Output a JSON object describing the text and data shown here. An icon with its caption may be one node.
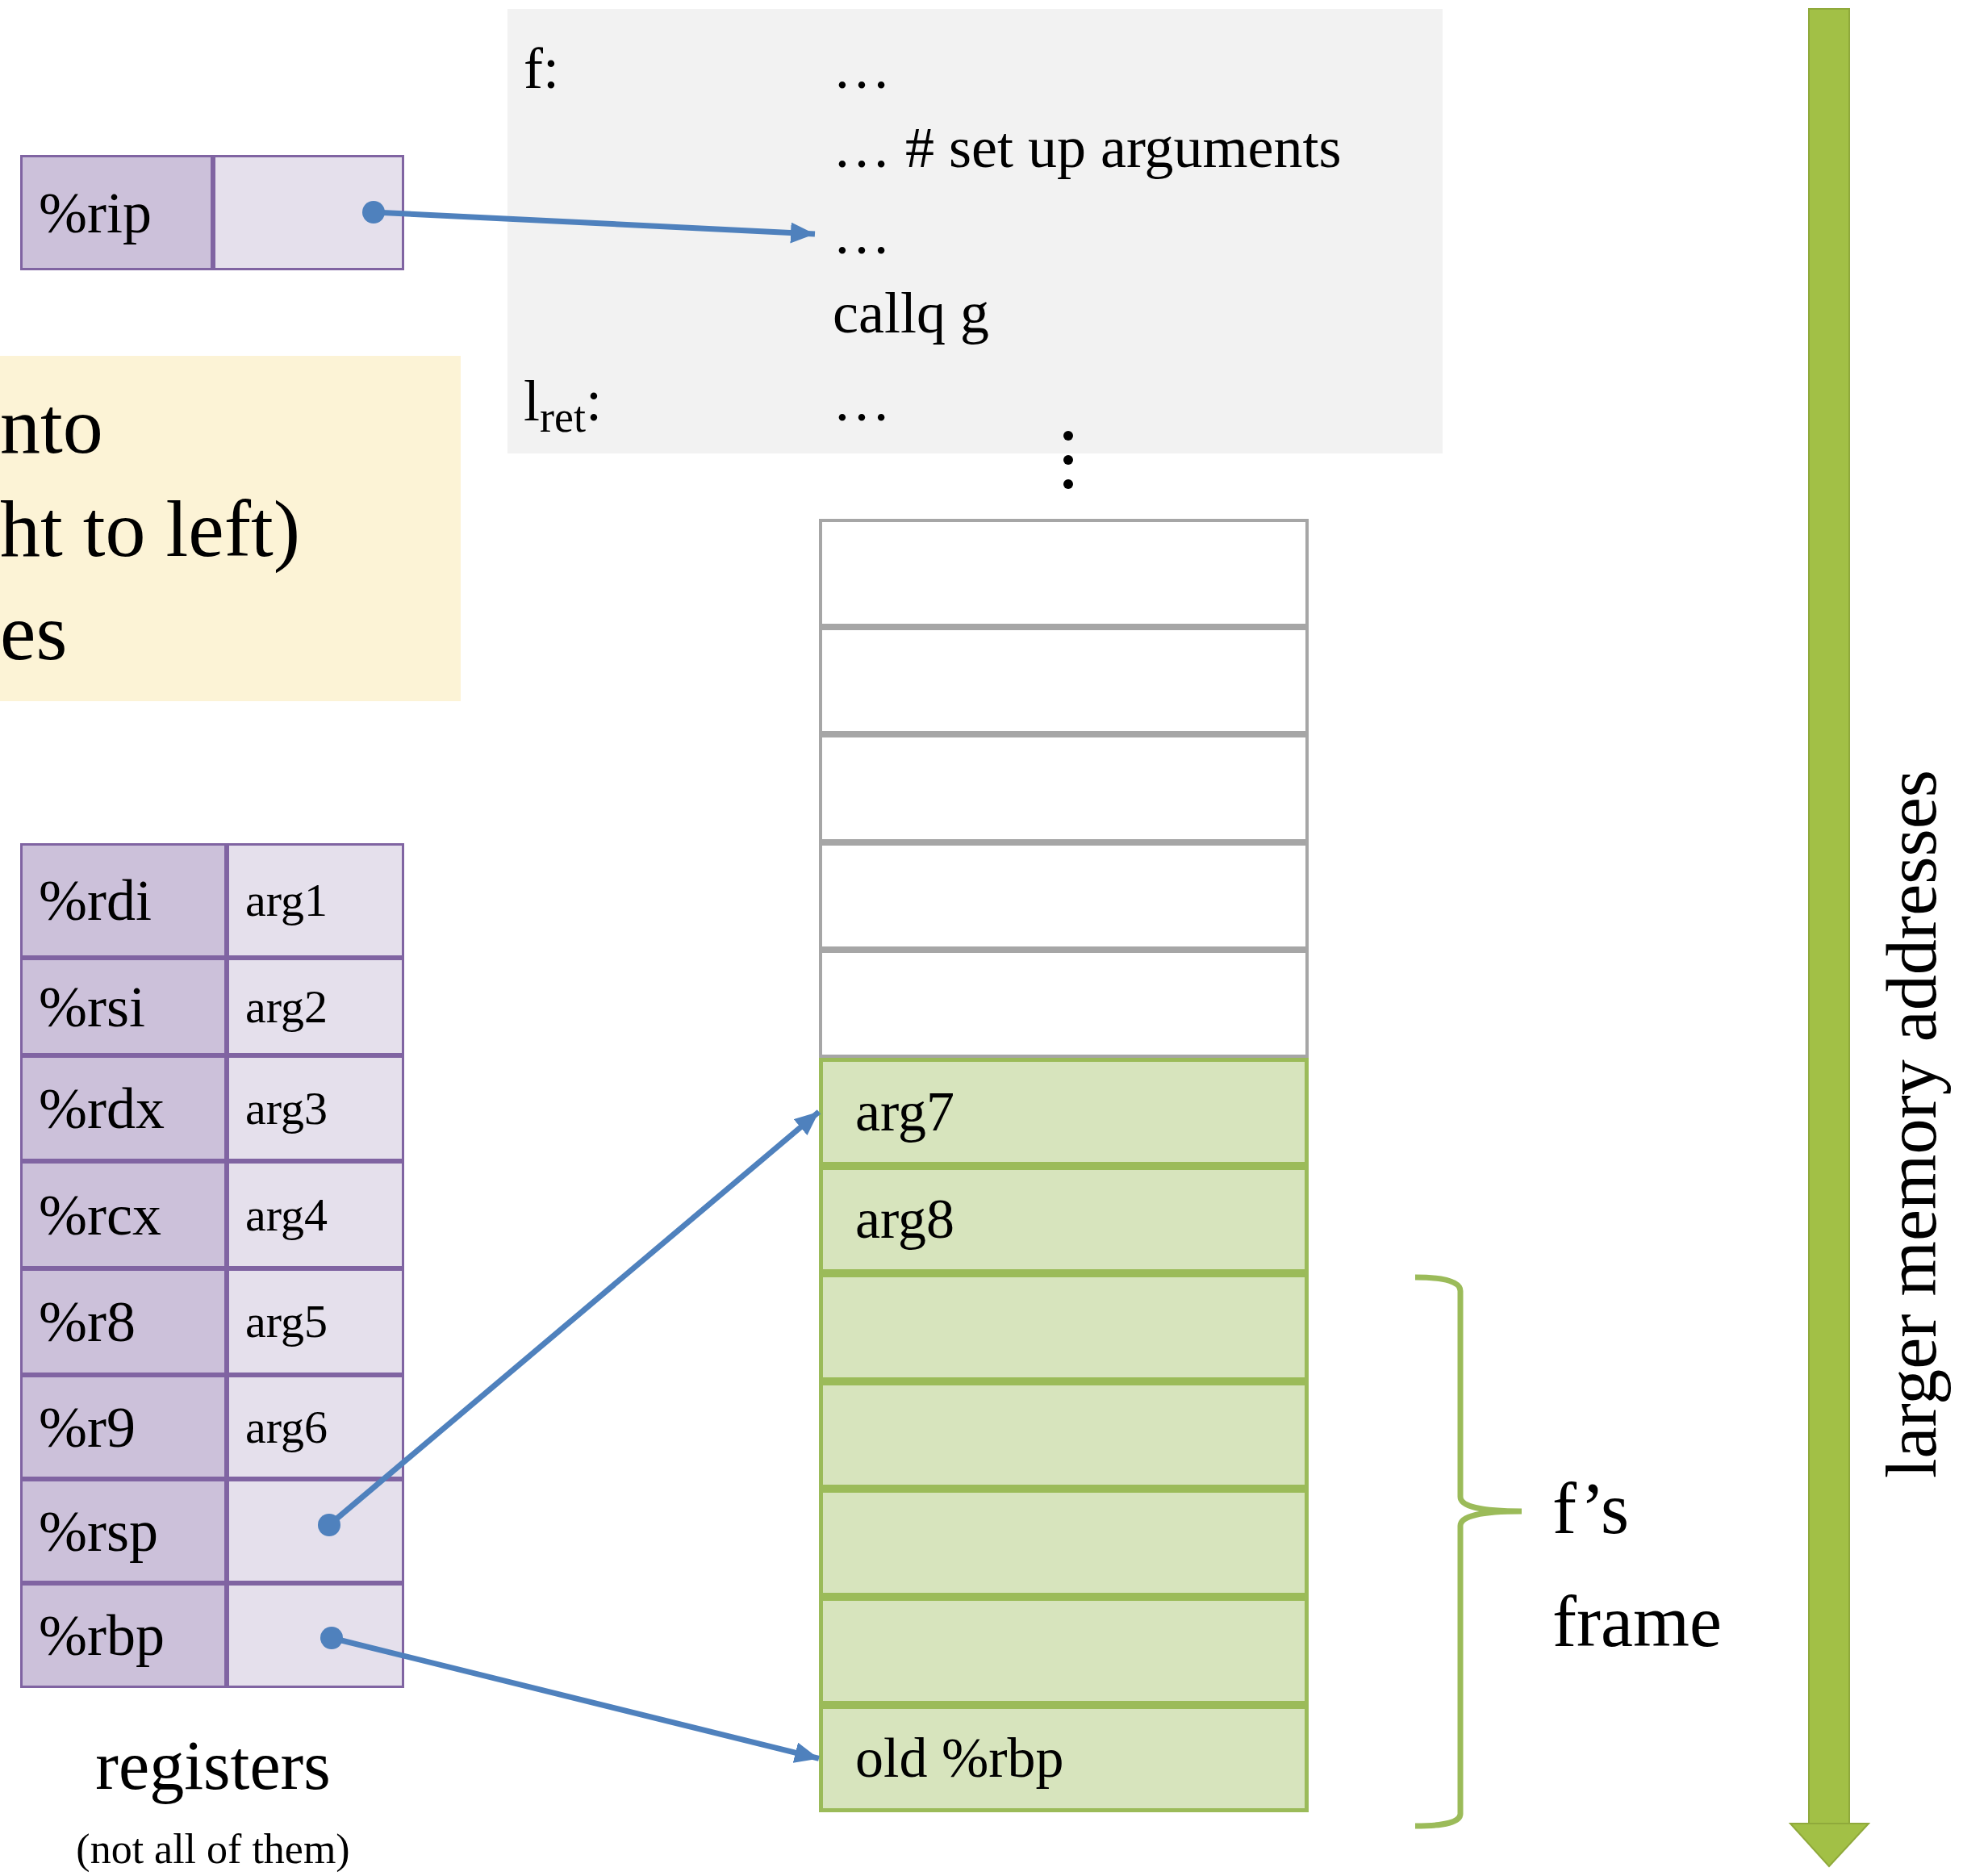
{
  "diagram": {
    "nodes": [
      {
        "text": [
          "f:",
          "…",
          "… # set up arguments",
          "callq g",
          "l$_{ret}$:",
          "…"
        ]
      },
      {
        "text": [
          "…"
        ],
        "in": 0
      },
      {
        "text": [
          "%rip"
        ]
      },
      {
        "text": [],
        "shape": "box"
      },
      {
        "text": [
          "nto",
          "ht to left)",
          "es"
        ]
      },
      {
        "text": [
          "%rdi"
        ]
      },
      {
        "text": [
          "arg1"
        ]
      },
      {
        "text": [
          "%rsi"
        ]
      },
      {
        "text": [
          "arg2"
        ]
      },
      {
        "text": [
          "%rdx"
        ]
      },
      {
        "text": [
          "arg3"
        ]
      },
      {
        "text": [
          "%rcx"
        ]
      },
      {
        "text": [
          "arg4"
        ]
      },
      {
        "text": [
          "%r8"
        ]
      },
      {
        "text": [
          "arg5"
        ]
      },
      {
        "text": [
          "%r9"
        ]
      },
      {
        "text": [
          "arg6"
        ]
      },
      {
        "text": [
          "%rsp"
        ]
      },
      {
        "text": [],
        "shape": "box"
      },
      {
        "text": [
          "%rbp"
        ]
      },
      {
        "text": [],
        "shape": "box"
      },
      {
        "text": [],
        "shape": "box"
      },
      {
        "text": [],
        "shape": "box"
      },
      {
        "text": [],
        "shape": "box"
      },
      {
        "text": [],
        "shape": "box"
      },
      {
        "text": [],
        "shape": "box"
      },
      {
        "text": [
          "arg7"
        ]
      },
      {
        "text": [
          "arg8"
        ]
      },
      {
        "text": [],
        "shape": "box"
      },
      {
        "text": [],
        "shape": "box"
      },
      {
        "text": [],
        "shape": "box"
      },
      {
        "text": [],
        "shape": "box"
      },
      {
        "text": [
          "old %rbp"
        ]
      }
    ],
    "edges": [
      {
        "from": 3,
        "to": 1,
        "arrow": "to"
      },
      {
        "from": 18,
        "to": 26,
        "arrow": "to"
      },
      {
        "from": 20,
        "to": 32,
        "arrow": "to"
      }
    ],
    "labels": [
      "registers",
      "(not all of them)",
      "f’s frame",
      "larger memory addresses"
    ]
  }
}
